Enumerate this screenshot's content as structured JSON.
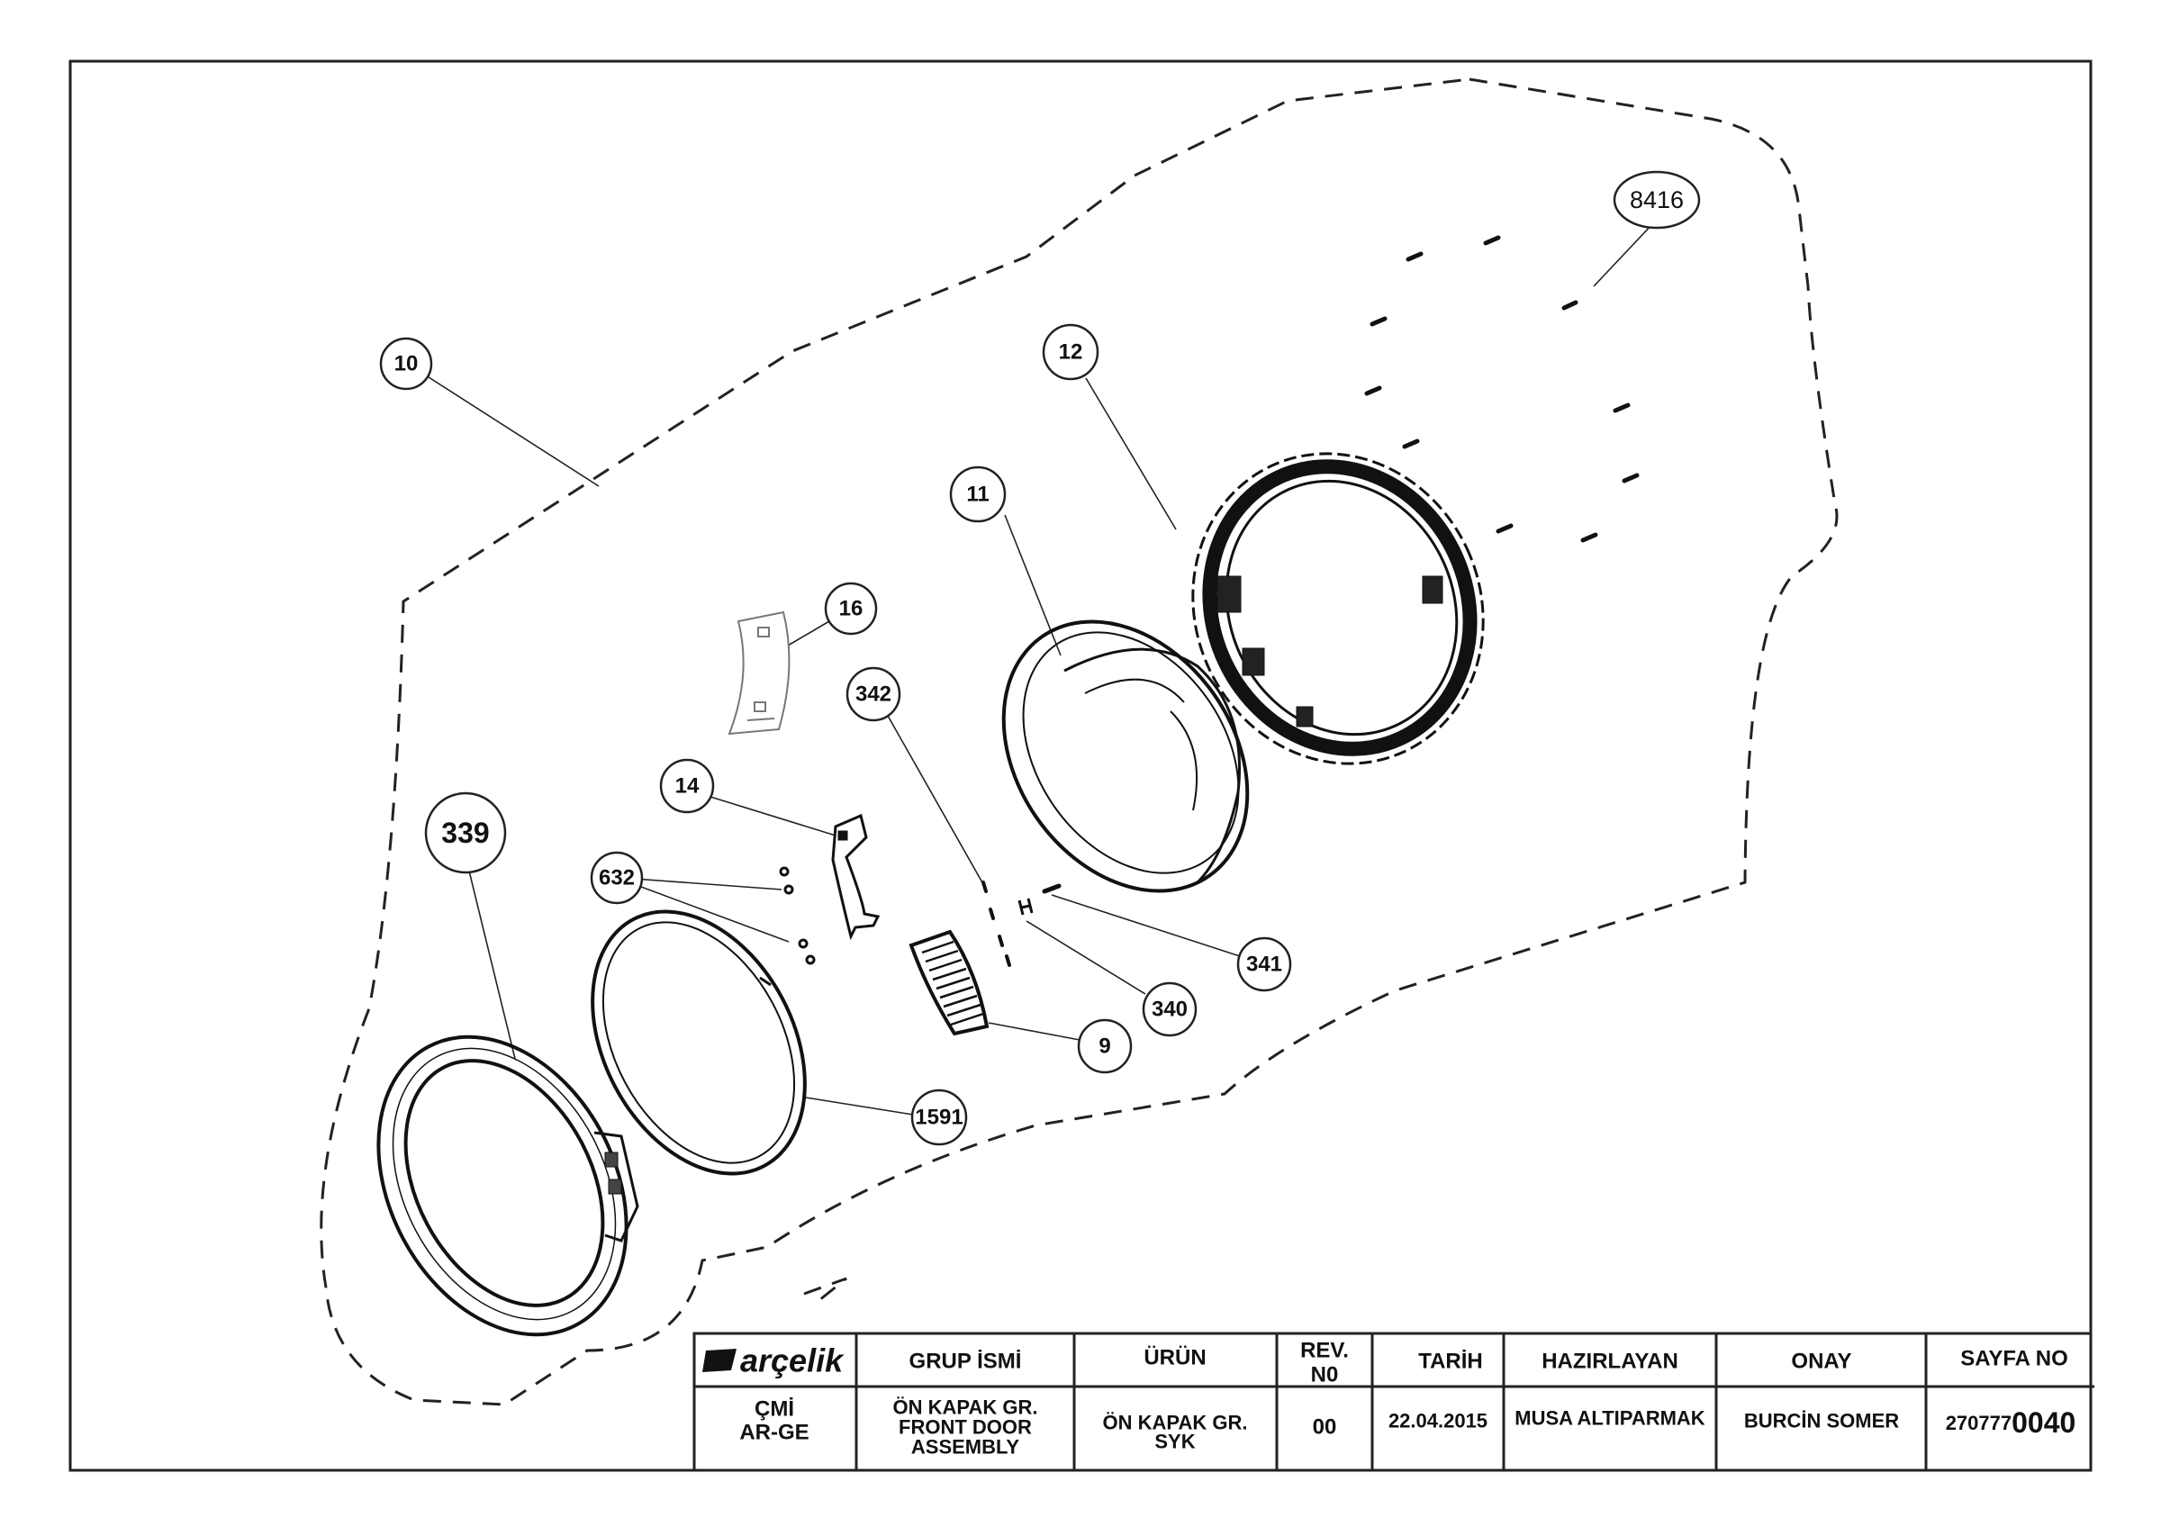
{
  "callouts": [
    {
      "id": "c10",
      "label": "10"
    },
    {
      "id": "c12",
      "label": "12"
    },
    {
      "id": "c8416",
      "label": "8416"
    },
    {
      "id": "c11",
      "label": "11"
    },
    {
      "id": "c16",
      "label": "16"
    },
    {
      "id": "c342",
      "label": "342"
    },
    {
      "id": "c14",
      "label": "14"
    },
    {
      "id": "c339",
      "label": "339"
    },
    {
      "id": "c632",
      "label": "632"
    },
    {
      "id": "c341",
      "label": "341"
    },
    {
      "id": "c340",
      "label": "340"
    },
    {
      "id": "c9",
      "label": "9"
    },
    {
      "id": "c1591",
      "label": "1591"
    }
  ],
  "title_block": {
    "logo": "arçelik",
    "headers": {
      "group": "GRUP İSMİ",
      "product": "ÜRÜN",
      "rev_line1": "REV.",
      "rev_line2": "N0",
      "date": "TARİH",
      "prepared": "HAZIRLAYAN",
      "approval": "ONAY",
      "page": "SAYFA NO"
    },
    "values": {
      "dept_line1": "ÇMİ",
      "dept_line2": "AR-GE",
      "group_line1": "ÖN KAPAK GR.",
      "group_line2": "FRONT DOOR",
      "group_line3": "ASSEMBLY",
      "product_line1": "ÖN KAPAK GR.",
      "product_line2": "SYK",
      "rev": "00",
      "date": "22.04.2015",
      "prepared": "MUSA ALTIPARMAK",
      "approval": "BURCİN SOMER",
      "page_prefix": "270777",
      "page_suffix": "0040"
    }
  }
}
